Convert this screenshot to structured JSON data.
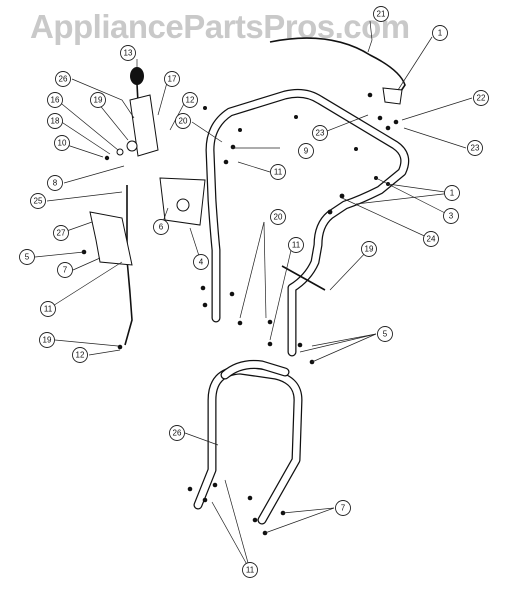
{
  "watermark": "AppliancePartsPros.com",
  "callouts": [
    {
      "id": "c21",
      "label": "21"
    },
    {
      "id": "c1a",
      "label": "1"
    },
    {
      "id": "c22",
      "label": "22"
    },
    {
      "id": "c23a",
      "label": "23"
    },
    {
      "id": "c23b",
      "label": "23"
    },
    {
      "id": "c13",
      "label": "13"
    },
    {
      "id": "c26a",
      "label": "26"
    },
    {
      "id": "c17",
      "label": "17"
    },
    {
      "id": "c16",
      "label": "16"
    },
    {
      "id": "c19a",
      "label": "19"
    },
    {
      "id": "c12a",
      "label": "12"
    },
    {
      "id": "c18",
      "label": "18"
    },
    {
      "id": "c20a",
      "label": "20"
    },
    {
      "id": "c10",
      "label": "10"
    },
    {
      "id": "c9",
      "label": "9"
    },
    {
      "id": "c8",
      "label": "8"
    },
    {
      "id": "c11a",
      "label": "11"
    },
    {
      "id": "c1b",
      "label": "1"
    },
    {
      "id": "c25",
      "label": "25"
    },
    {
      "id": "c3",
      "label": "3"
    },
    {
      "id": "c27",
      "label": "27"
    },
    {
      "id": "c6",
      "label": "6"
    },
    {
      "id": "c5a",
      "label": "5"
    },
    {
      "id": "c24",
      "label": "24"
    },
    {
      "id": "c20b",
      "label": "20"
    },
    {
      "id": "c7a",
      "label": "7"
    },
    {
      "id": "c4",
      "label": "4"
    },
    {
      "id": "c11b",
      "label": "11"
    },
    {
      "id": "c19b",
      "label": "19"
    },
    {
      "id": "c11c",
      "label": "11"
    },
    {
      "id": "c5b",
      "label": "5"
    },
    {
      "id": "c19c",
      "label": "19"
    },
    {
      "id": "c12b",
      "label": "12"
    },
    {
      "id": "c26b",
      "label": "26"
    },
    {
      "id": "c7b",
      "label": "7"
    },
    {
      "id": "c11d",
      "label": "11"
    }
  ]
}
